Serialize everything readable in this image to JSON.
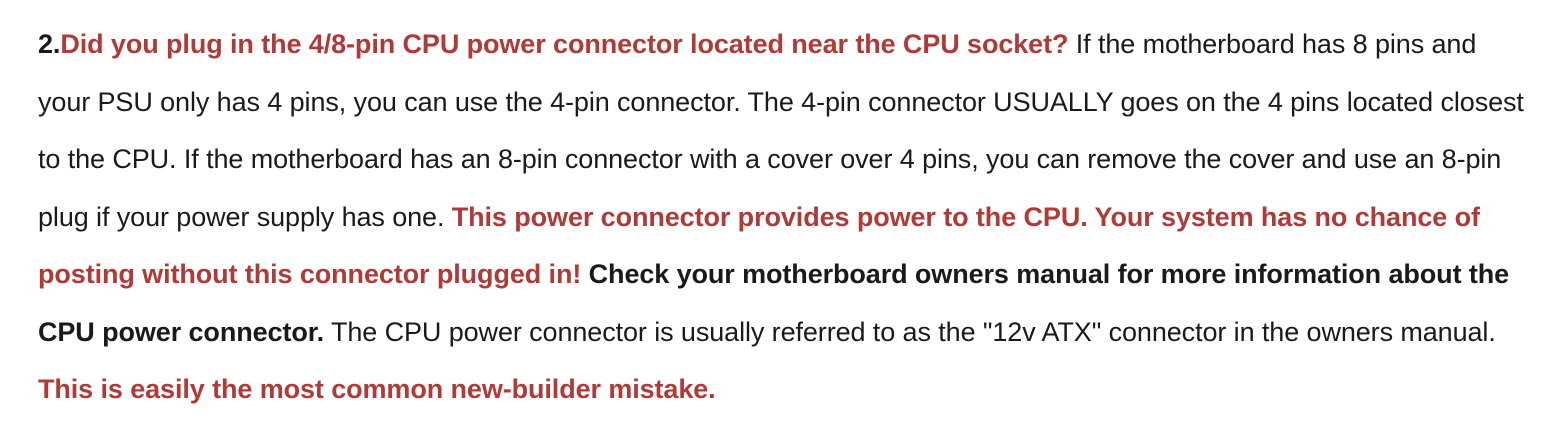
{
  "item": {
    "number": "2.",
    "question": "Did you plug in the 4/8-pin CPU power connector located near the CPU socket?",
    "text1": " If the motherboard has 8 pins and your PSU only has 4 pins, you can use the 4-pin connector. The 4-pin connector USUALLY goes on the 4 pins located closest to the CPU. If the motherboard has an 8-pin connector with a cover over 4 pins, you can remove the cover and use an 8-pin plug if your power supply has one. ",
    "warning": "This power connector provides power to the CPU. Your system has no chance of posting without this connector plugged in!",
    "space1": " ",
    "manual_note": "Check your motherboard owners manual for more information about the CPU power connector.",
    "text2": " The CPU power connector is usually referred to as the \"12v ATX\" connector in the owners manual. ",
    "mistake": "This is easily the most common new-builder mistake."
  },
  "colors": {
    "text": "#1a1a1a",
    "highlight_red": "#b03a37",
    "background": "#ffffff"
  }
}
